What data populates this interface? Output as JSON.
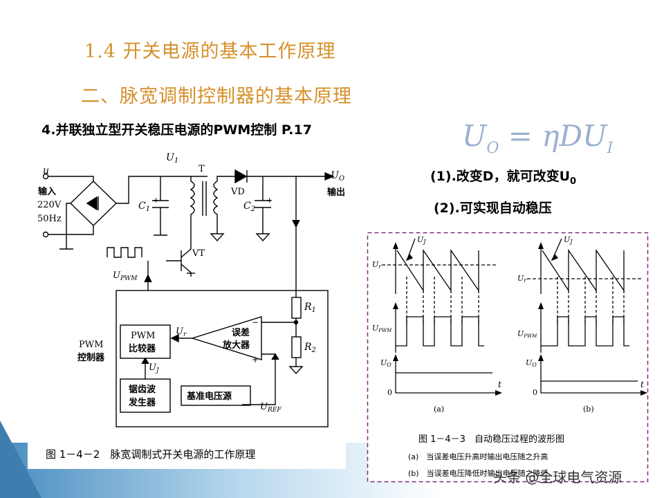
{
  "slide": {
    "title": "1.4 开关电源的基本工作原理",
    "subtitle": "二、脉宽调制控制器的基本原理",
    "section_heading": "4.并联独立型开关稳压电源的PWM控制 P.17",
    "formula": {
      "lhs": "U",
      "lhs_sub": "O",
      "eq": " = ηDU",
      "rhs_sub": "I"
    },
    "note1": {
      "text": "(1).改变D，就可改变U",
      "sub": "0"
    },
    "note2": "(2).可实现自动稳压",
    "watermark": "头条 @全球电气资源"
  },
  "circuit": {
    "u_label": "u",
    "input_label": "输入",
    "voltage": "220V",
    "freq": "50Hz",
    "u1": "U",
    "u1_sub": "1",
    "t": "T",
    "vd": "VD",
    "c1": "C",
    "c1_sub": "1",
    "c2": "C",
    "c2_sub": "2",
    "uo": "U",
    "uo_sub": "O",
    "output_label": "输出",
    "vt": "VT",
    "upwm": "U",
    "upwm_sub": "PWM",
    "r1": "R",
    "r1_sub": "1",
    "r2": "R",
    "r2_sub": "2",
    "ur": "U",
    "ur_sub": "r",
    "uj": "U",
    "uj_sub": "J",
    "uref": "U",
    "uref_sub": "REF",
    "pwm_ctrl_1": "PWM",
    "pwm_ctrl_2": "控制器",
    "cmp_1": "PWM",
    "cmp_2": "比较器",
    "amp_1": "误差",
    "amp_2": "放大器",
    "saw_1": "锯齿波",
    "saw_2": "发生器",
    "ref_src": "基准电压源",
    "plus": "+",
    "minus": "−",
    "caption": "图 1－4－2　脉宽调制式开关电源的工作原理"
  },
  "waveform": {
    "uj": "U",
    "uj_sub": "J",
    "ur": "U",
    "ur_sub": "r",
    "upwm": "U",
    "upwm_sub": "PWM",
    "uo": "U",
    "uo_sub": "O",
    "zero": "0",
    "t": "t",
    "label_a": "(a)",
    "label_b": "(b)",
    "caption": "图 1－4－3　自动稳压过程的波形图",
    "note_a": "(a)　当误差电压升高时输出电压随之升高",
    "note_b": "(b)　当误差电压降低时输出电压随之降低"
  },
  "colors": {
    "title": "#d5902a",
    "formula": "#9ab0cf",
    "dash_border": "#7a2a7a",
    "accent_bar": "#3e7eae"
  }
}
